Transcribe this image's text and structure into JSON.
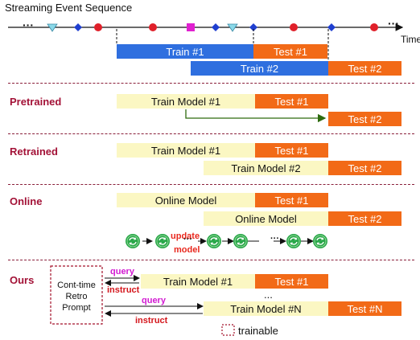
{
  "title": "Streaming Event Sequence",
  "stream": {
    "ellipsis_left": "···",
    "ellipsis_right": "···",
    "time_label": "Time"
  },
  "top_section": {
    "train1": "Train #1",
    "test1": "Test #1",
    "train2": "Train #2",
    "test2": "Test #2"
  },
  "pretrained": {
    "header": "Pretrained",
    "train": "Train Model #1",
    "test1": "Test #1",
    "test2": "Test #2"
  },
  "retrained": {
    "header": "Retrained",
    "train1": "Train Model #1",
    "test1": "Test #1",
    "train2": "Train Model #2",
    "test2": "Test #2"
  },
  "online": {
    "header": "Online",
    "model1": "Online Model",
    "test1": "Test #1",
    "model2": "Online Model",
    "test2": "Test #2",
    "update_label_1": "update",
    "update_label_2": "model",
    "chain_dots": "···"
  },
  "ours": {
    "header": "Ours",
    "prompt_box": [
      "Cont-time",
      "Retro",
      "Prompt"
    ],
    "query": "query",
    "instruct": "instruct",
    "train1": "Train Model #1",
    "test1": "Test #1",
    "dots": "...",
    "trainN": "Train Model #N",
    "testN": "Test #N"
  },
  "legend": {
    "trainable": "trainable"
  },
  "colors": {
    "blue": "#2f6fdf",
    "orange": "#f26a17",
    "light_yellow": "#fbf7c3",
    "header_red": "#a31237",
    "event_red": "#e0202a",
    "event_navy": "#1f3fd0",
    "event_magenta": "#e020d0",
    "event_cyan": "#8ad8e8",
    "update_red": "#e8281e",
    "query_magenta": "#d21ad2",
    "instruct_red": "#d4161c",
    "cycle_green": "#2aa84a",
    "pretrain_arrow": "#2e6b0f"
  },
  "icons": {
    "stream_events": [
      "dots",
      "triangle",
      "diamond",
      "circle",
      "circle",
      "square",
      "diamond",
      "triangle",
      "diamond",
      "circle",
      "diamond",
      "circle"
    ],
    "cycle": "refresh-cycle-icon"
  }
}
